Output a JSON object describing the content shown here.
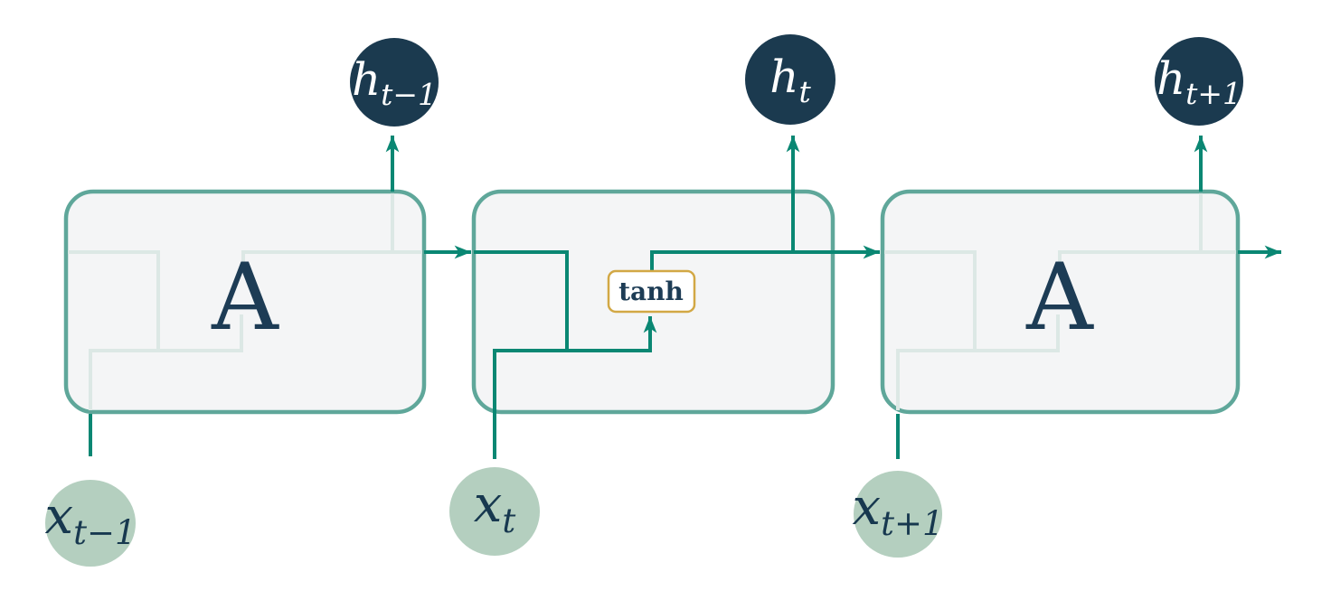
{
  "diagram": {
    "type": "unrolled-recurrent-neural-network",
    "colors": {
      "background": "#ffffff",
      "wire": "#0a8773",
      "box_border": "#5fa79a",
      "box_fill": "#f4f5f6",
      "ghost_wire": "#dce8e5",
      "hidden_node_fill": "#1b3a4f",
      "hidden_node_text": "#ffffff",
      "input_node_fill": "#b4cfbf",
      "node_label_color": "#17384f",
      "tanh_border": "#d2a845",
      "tanh_fill": "#ffffff",
      "tanh_text": "#1d3c55",
      "cell_label_color": "#1d3c55"
    },
    "cells": [
      {
        "label": "A"
      },
      {
        "op_label": "tanh"
      },
      {
        "label": "A"
      }
    ],
    "hidden_outputs": [
      {
        "base": "h",
        "sub": "t−1"
      },
      {
        "base": "h",
        "sub": "t"
      },
      {
        "base": "h",
        "sub": "t+1"
      }
    ],
    "inputs": [
      {
        "base": "x",
        "sub": "t−1"
      },
      {
        "base": "x",
        "sub": "t"
      },
      {
        "base": "x",
        "sub": "t+1"
      }
    ]
  }
}
